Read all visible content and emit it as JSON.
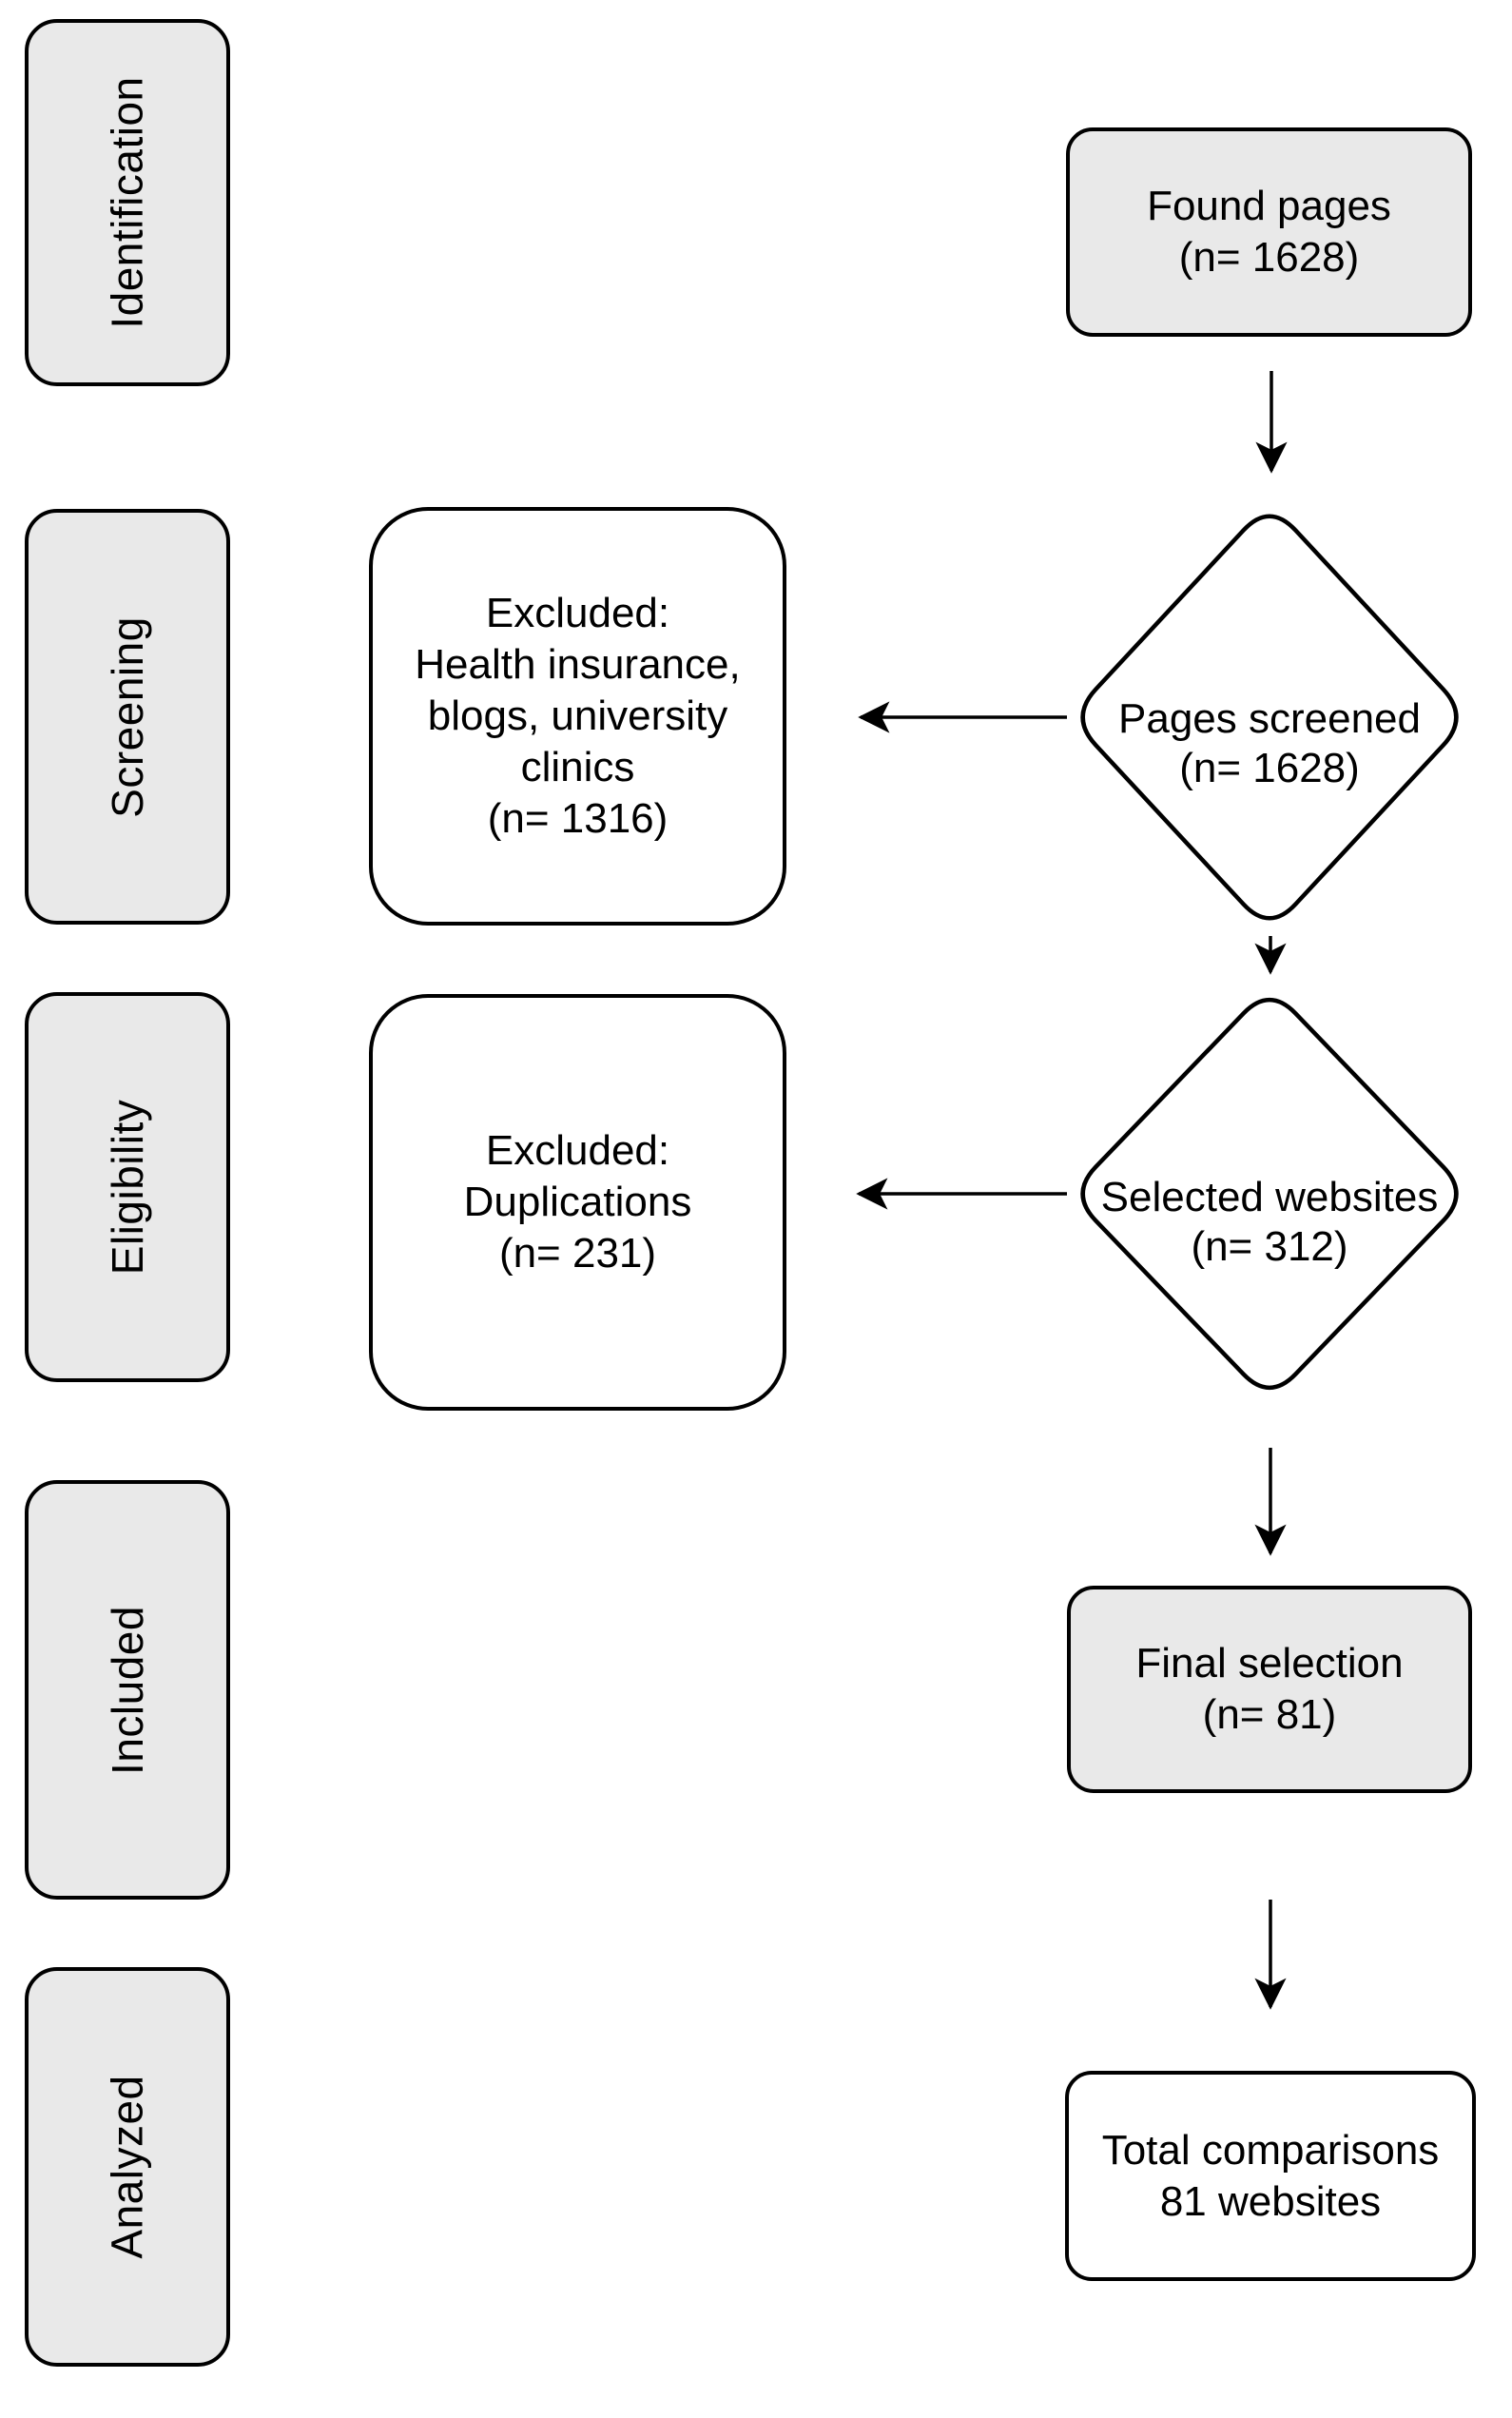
{
  "diagram": {
    "title_hint": "PRISMA-style website selection flow diagram",
    "stages": [
      {
        "id": "identification",
        "label": "Identification"
      },
      {
        "id": "screening",
        "label": "Screening"
      },
      {
        "id": "eligibility",
        "label": "Eligibility"
      },
      {
        "id": "included",
        "label": "Included"
      },
      {
        "id": "analyzed",
        "label": "Analyzed"
      }
    ],
    "nodes": {
      "found_pages": {
        "shape": "rounded-rect",
        "lines": [
          "Found pages",
          "(n= 1628)"
        ]
      },
      "pages_screened": {
        "shape": "diamond",
        "lines": [
          "Pages screened",
          "(n= 1628)"
        ]
      },
      "excluded_screening": {
        "shape": "rounded-rect",
        "lines": [
          "Excluded:",
          "Health insurance,",
          "blogs, university",
          "clinics",
          "(n= 1316)"
        ]
      },
      "selected_websites": {
        "shape": "diamond",
        "lines": [
          "Selected websites",
          "(n= 312)"
        ]
      },
      "excluded_duplications": {
        "shape": "rounded-rect",
        "lines": [
          "Excluded:",
          "Duplications",
          "(n= 231)"
        ]
      },
      "final_selection": {
        "shape": "rounded-rect",
        "lines": [
          "Final selection",
          "(n= 81)"
        ]
      },
      "total_comparisons": {
        "shape": "rounded-rect",
        "lines": [
          "Total comparisons",
          "81 websites"
        ]
      }
    },
    "colors": {
      "stage_fill": "#e9e9e9",
      "node_fill_gray": "#e9e9e9",
      "node_fill_white": "#ffffff",
      "border": "#000000",
      "text": "#000000",
      "background": "#ffffff"
    }
  }
}
